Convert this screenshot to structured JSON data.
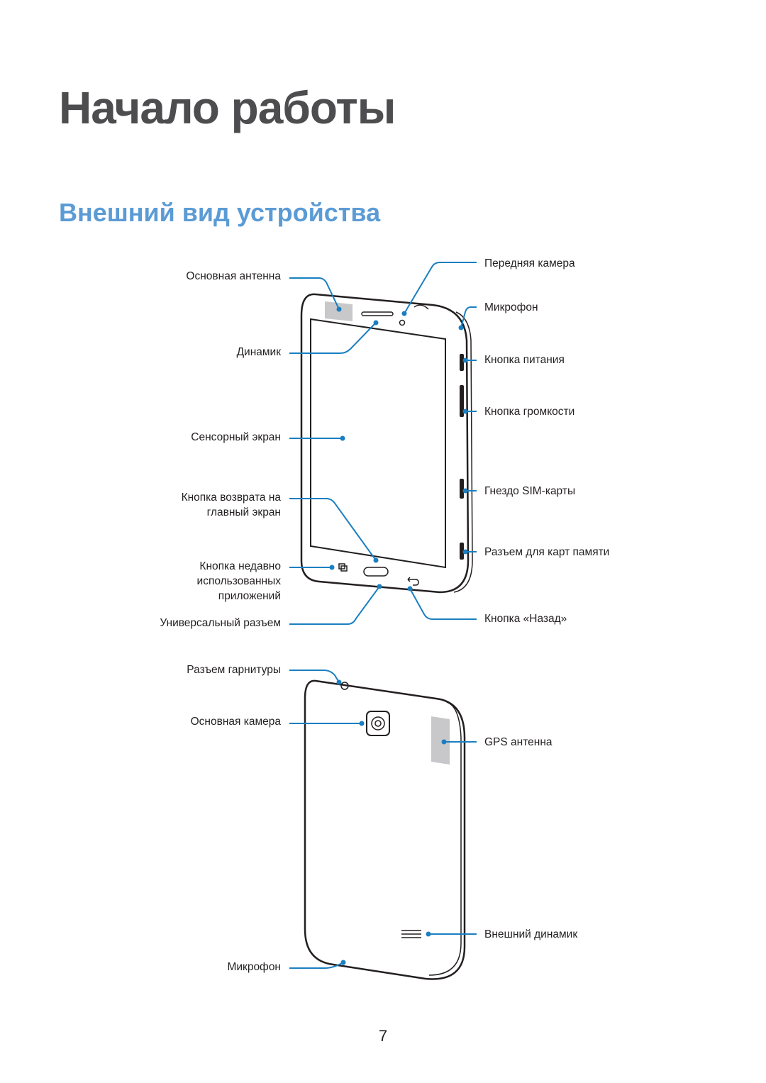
{
  "page": {
    "chapter_title": "Начало работы",
    "section_title": "Внешний вид устройства",
    "page_number": "7"
  },
  "front_view": {
    "left_labels": {
      "main_antenna": "Основная антенна",
      "speaker": "Динамик",
      "touchscreen": "Сенсорный экран",
      "home_button_1": "Кнопка возврата на",
      "home_button_2": "главный экран",
      "recent_apps_1": "Кнопка недавно",
      "recent_apps_2": "использованных",
      "recent_apps_3": "приложений",
      "multipurpose_jack": "Универсальный разъем"
    },
    "right_labels": {
      "front_camera": "Передняя камера",
      "microphone": "Микрофон",
      "power_button": "Кнопка питания",
      "volume_button": "Кнопка громкости",
      "sim_slot": "Гнездо SIM-карты",
      "memory_card_slot": "Разъем для карт памяти",
      "back_button": "Кнопка «Назад»"
    }
  },
  "back_view": {
    "left_labels": {
      "headset_jack": "Разъем гарнитуры",
      "rear_camera": "Основная камера",
      "microphone": "Микрофон"
    },
    "right_labels": {
      "gps_antenna": "GPS антенна",
      "external_speaker": "Внешний динамик"
    }
  },
  "colors": {
    "leader_lines": "#1a7fc1",
    "section_title": "#5b9bd5",
    "chapter_title": "#4d4d4f"
  }
}
